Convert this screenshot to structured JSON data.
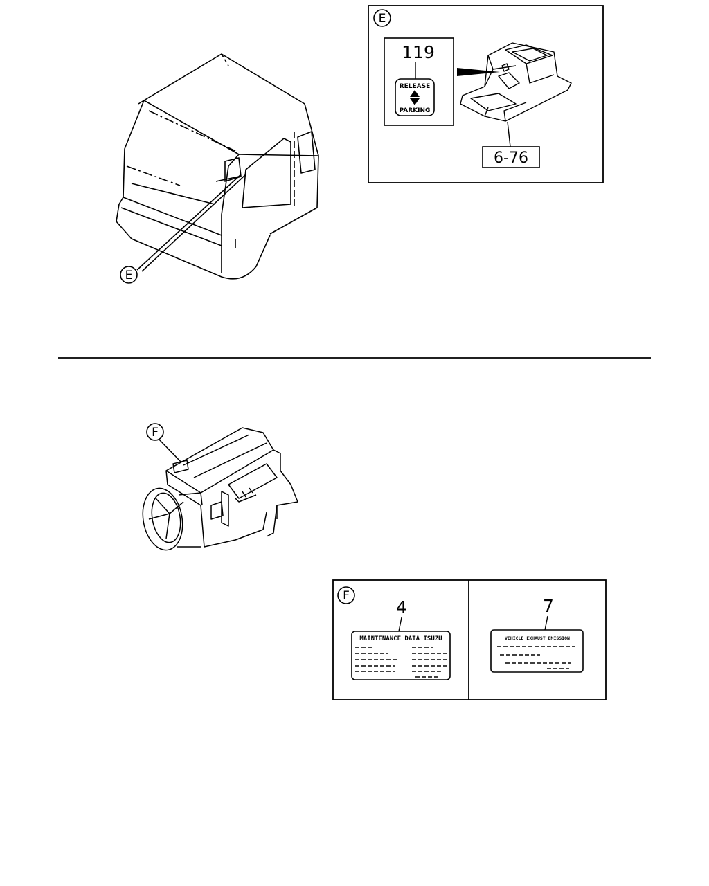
{
  "callouts": {
    "cab_view": "E",
    "detail_e": "E",
    "engine_view": "F",
    "detail_f": "F"
  },
  "detail_e": {
    "part_number": "119",
    "label_top": "RELEASE",
    "label_bottom": "PARKING",
    "reference": "6-76"
  },
  "detail_f": {
    "left_part_number": "4",
    "left_label_title": "MAINTENANCE DATA ISUZU",
    "right_part_number": "7",
    "right_label_title": "VEHICLE EXHAUST EMISSION"
  }
}
